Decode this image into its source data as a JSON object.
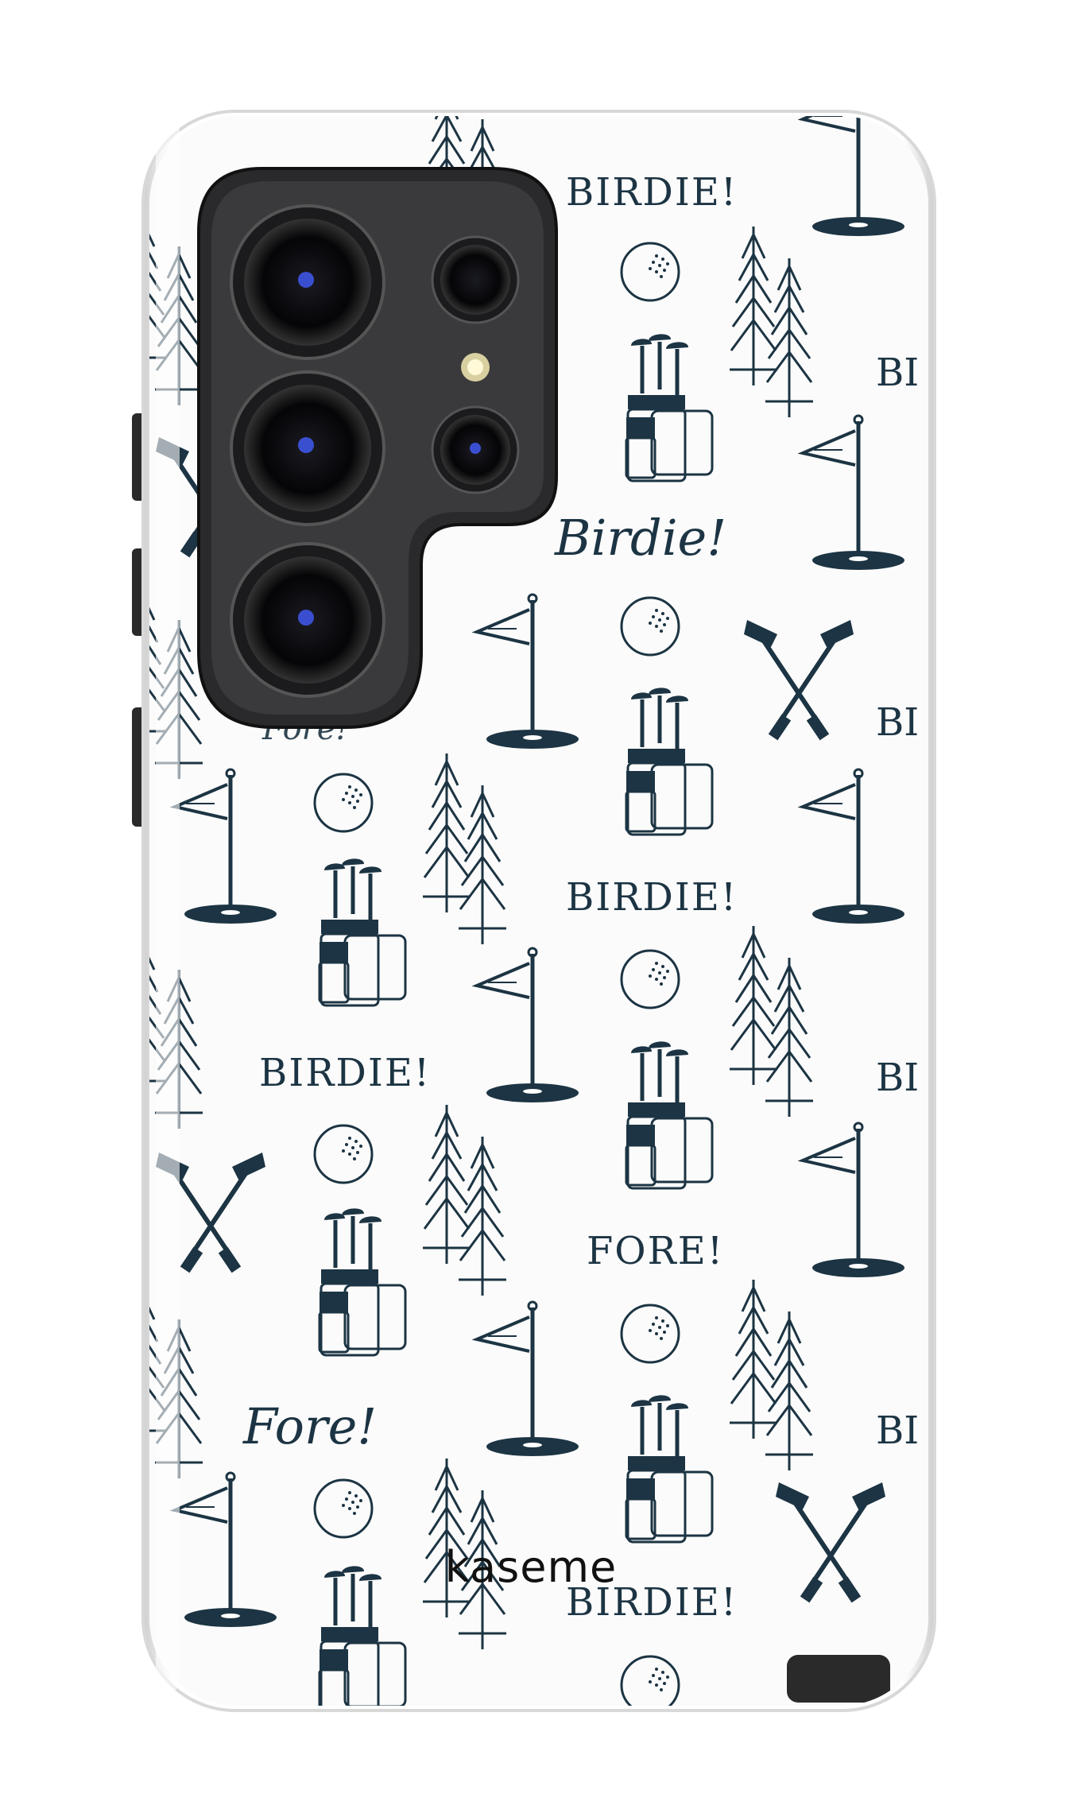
{
  "product": {
    "brand_label": "kaseme",
    "colors": {
      "background": "#ffffff",
      "case_fill": "#fafafa",
      "case_edge": "#d9d9d9",
      "pattern_ink": "#1c3443",
      "camera_island": "#2a2a2c",
      "lens_glass": "#0a0a0c",
      "lens_reflection": "#3a4fd0"
    }
  },
  "pattern": {
    "text_birdie_script": "Birdie!",
    "text_birdie_block": "BIRDIE!",
    "text_fore_script": "Fore!",
    "text_fore_block": "FORE!",
    "text_partial": "BI",
    "text_partial_fore": "Fore!",
    "icons": [
      "flag-icon",
      "golf-ball-icon",
      "golf-bag-icon",
      "pine-trees-icon",
      "crossed-clubs-icon"
    ]
  }
}
